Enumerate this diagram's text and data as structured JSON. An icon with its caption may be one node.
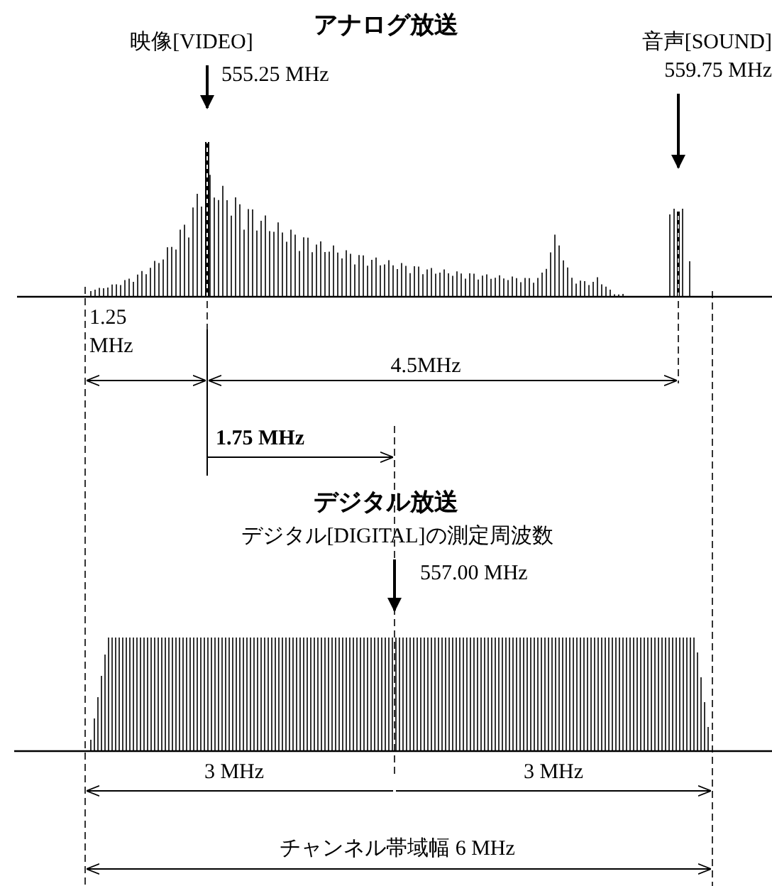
{
  "diagram": {
    "nodes": [
      {
        "text": [
          "映像[VIDEO]"
        ]
      },
      {
        "text": [
          "音声[SOUND]",
          "559.75 MHz"
        ]
      },
      {
        "text": [
          "デジタル[DIGITAL]の測定周波数"
        ]
      }
    ],
    "edges": [
      {
        "from": 0,
        "to": null,
        "arrow": "to"
      },
      {
        "from": 1,
        "to": null,
        "arrow": "to"
      },
      {
        "from": 2,
        "to": null,
        "arrow": "to"
      }
    ],
    "labels": [
      "アナログ放送",
      "555.25 MHz",
      "1.25 MHz",
      "4.5MHz",
      "1.75 MHz",
      "デジタル放送",
      "557.00 MHz",
      "3 MHz",
      "3 MHz",
      "チャンネル帯域幅 6 MHz"
    ]
  }
}
